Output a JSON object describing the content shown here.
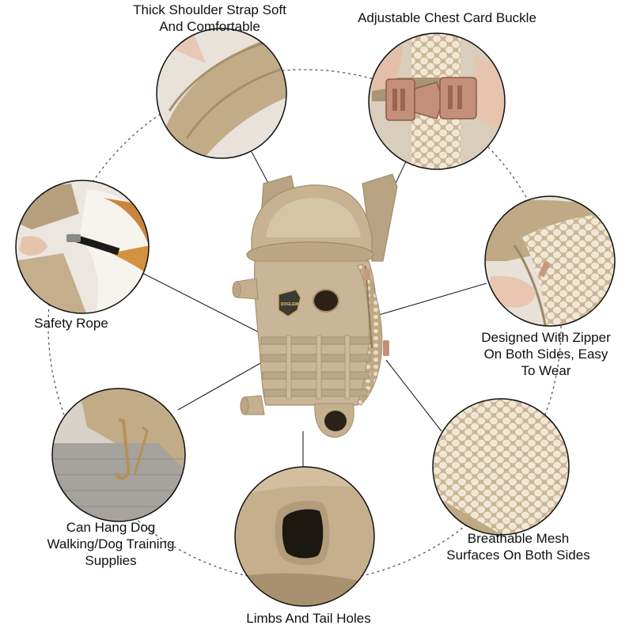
{
  "features": {
    "shoulder_strap": "Thick Shoulder Strap Soft\nAnd Comfortable",
    "chest_buckle": "Adjustable Chest Card Buckle",
    "safety_rope": "Safety Rope",
    "zipper": "Designed With Zipper\nOn Both Sides, Easy\nTo Wear",
    "hang_supplies": "Can Hang Dog\nWalking/Dog Training\nSupplies",
    "mesh": "Breathable Mesh\nSurfaces On Both Sides",
    "holes": "Limbs And Tail Holes"
  },
  "product": {
    "badge_text": "DOGLEW"
  },
  "colors": {
    "fabric": "#c9b698",
    "fabric_dark": "#a8916f",
    "strap_line": "#b9a888",
    "buckle": "#c48f78",
    "connector": "#222222"
  },
  "icons": [
    "shoulder-strap-photo",
    "chest-buckle-photo",
    "safety-rope-photo",
    "zipper-photo",
    "hook-photo",
    "mesh-photo",
    "holes-photo"
  ]
}
